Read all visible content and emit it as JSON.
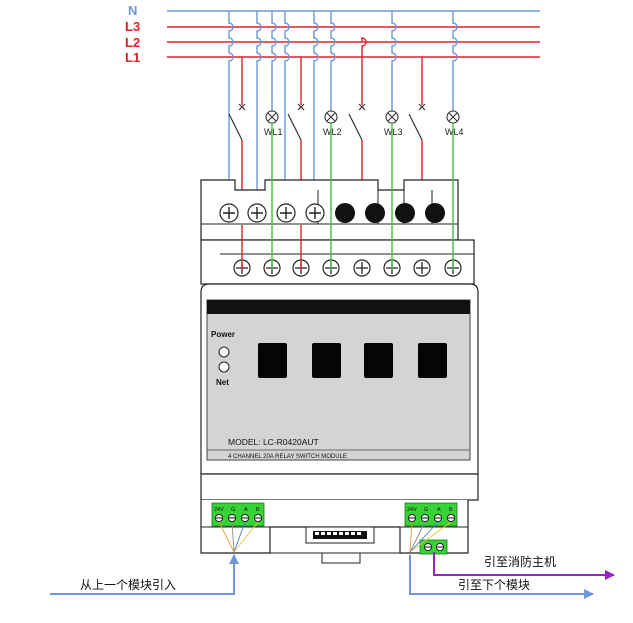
{
  "lines": {
    "n": {
      "label": "N",
      "color": "#6d97d8"
    },
    "l3": {
      "label": "L3",
      "color": "#e0202a"
    },
    "l2": {
      "label": "L2",
      "color": "#e0202a"
    },
    "l1": {
      "label": "L1",
      "color": "#e0202a"
    }
  },
  "lamps": [
    "WL1",
    "WL2",
    "WL3",
    "WL4"
  ],
  "module": {
    "power_label": "Power",
    "net_label": "Net",
    "model_label": "MODEL: LC-R0420AUT",
    "description": "4 CHANNEL 20A  RELAY SWITCH MODULE"
  },
  "bus_terminals": {
    "left": [
      "24V",
      "G",
      "A",
      "B"
    ],
    "right": [
      "24V",
      "G",
      "A",
      "B"
    ]
  },
  "annotations": {
    "from_prev": "从上一个模块引入",
    "to_fire": "引至消防主机",
    "to_next": "引至下个模块"
  },
  "colors": {
    "neutral_wire": "#6d97d8",
    "phase_wire": "#e0202a",
    "lamp_wire": "#3cc43c",
    "arrow_purple": "#9a22c8",
    "arrow_blue": "#6d97d8",
    "terminal_green": "#36d236"
  }
}
